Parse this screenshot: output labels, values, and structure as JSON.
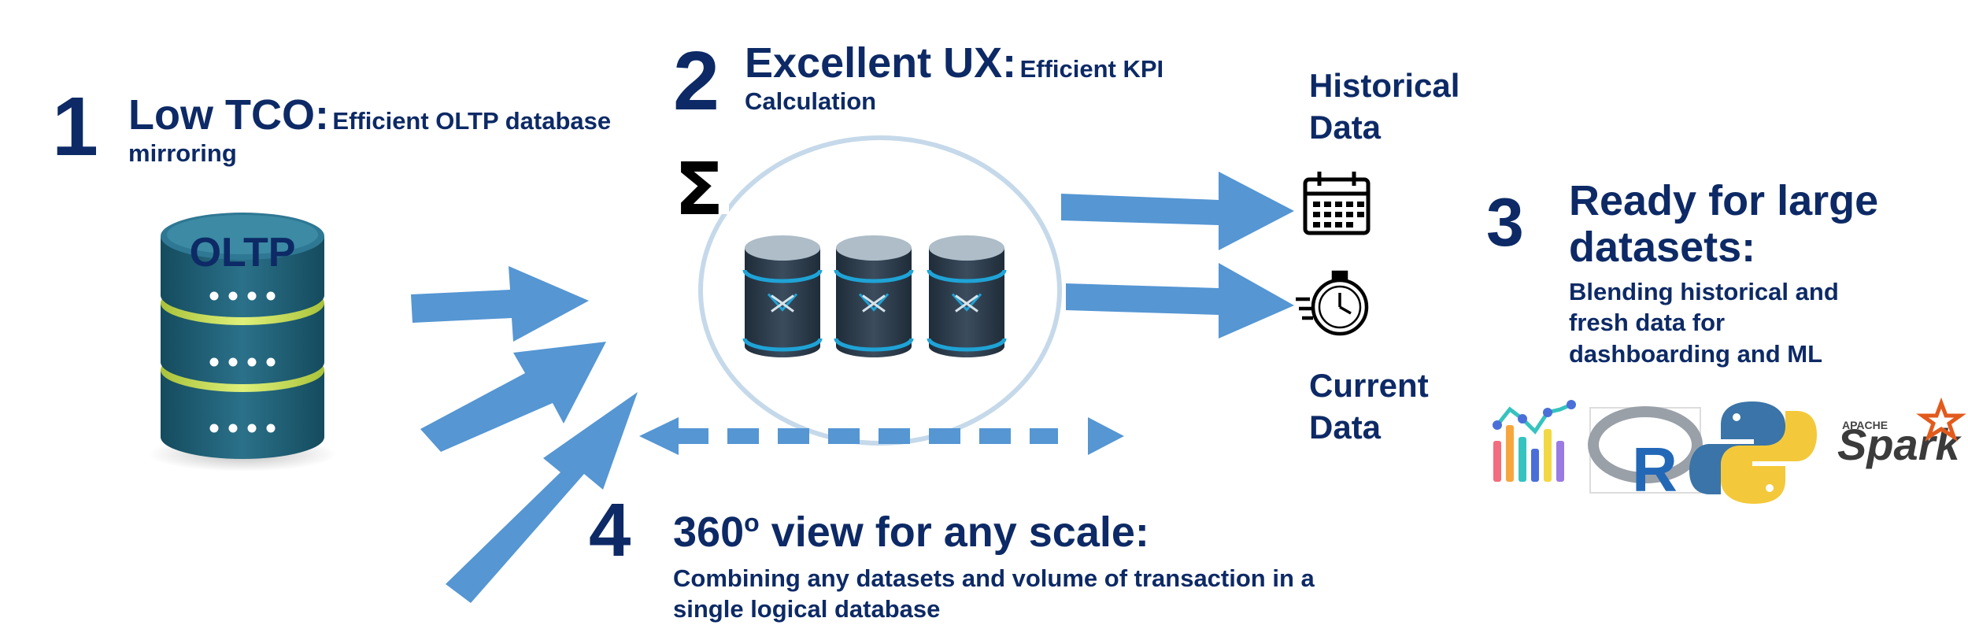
{
  "section1": {
    "number": "1",
    "title": "Low TCO:",
    "subtitle": "Efficient OLTP database",
    "subtitle_line2": "mirroring",
    "db_label": "OLTP"
  },
  "section2": {
    "number": "2",
    "title": "Excellent UX:",
    "subtitle": "Efficient KPI",
    "subtitle_line2": "Calculation",
    "sigma": "Σ"
  },
  "section3": {
    "number": "3",
    "title_line1": "Ready for large",
    "title_line2": "datasets:",
    "desc_line1": "Blending historical and",
    "desc_line2": "fresh data for",
    "desc_line3": "dashboarding and ML",
    "logo_r": "R",
    "logo_spark_small": "APACHE",
    "logo_spark": "Spark"
  },
  "section4": {
    "number": "4",
    "title": "360",
    "title_sup": "o",
    "title_rest": " view for any scale:",
    "desc_line1": "Combining any datasets and volume of transaction in a",
    "desc_line2": "single logical database"
  },
  "outputs": {
    "historical_line1": "Historical",
    "historical_line2": "Data",
    "current_line1": "Current",
    "current_line2": "Data"
  },
  "colors": {
    "navy": "#0d2a66",
    "arrow": "#5596d3",
    "db_dark": "#2c3e50",
    "db_light": "#aebdc8",
    "accent_cyan": "#1fa3d6",
    "oltp_teal": "#1f5d72",
    "oltp_lime": "#c8e15a"
  },
  "icons": [
    "sigma-icon",
    "database-icon",
    "calendar-icon",
    "stopwatch-icon",
    "chart-logo",
    "r-logo",
    "python-logo",
    "spark-logo"
  ]
}
